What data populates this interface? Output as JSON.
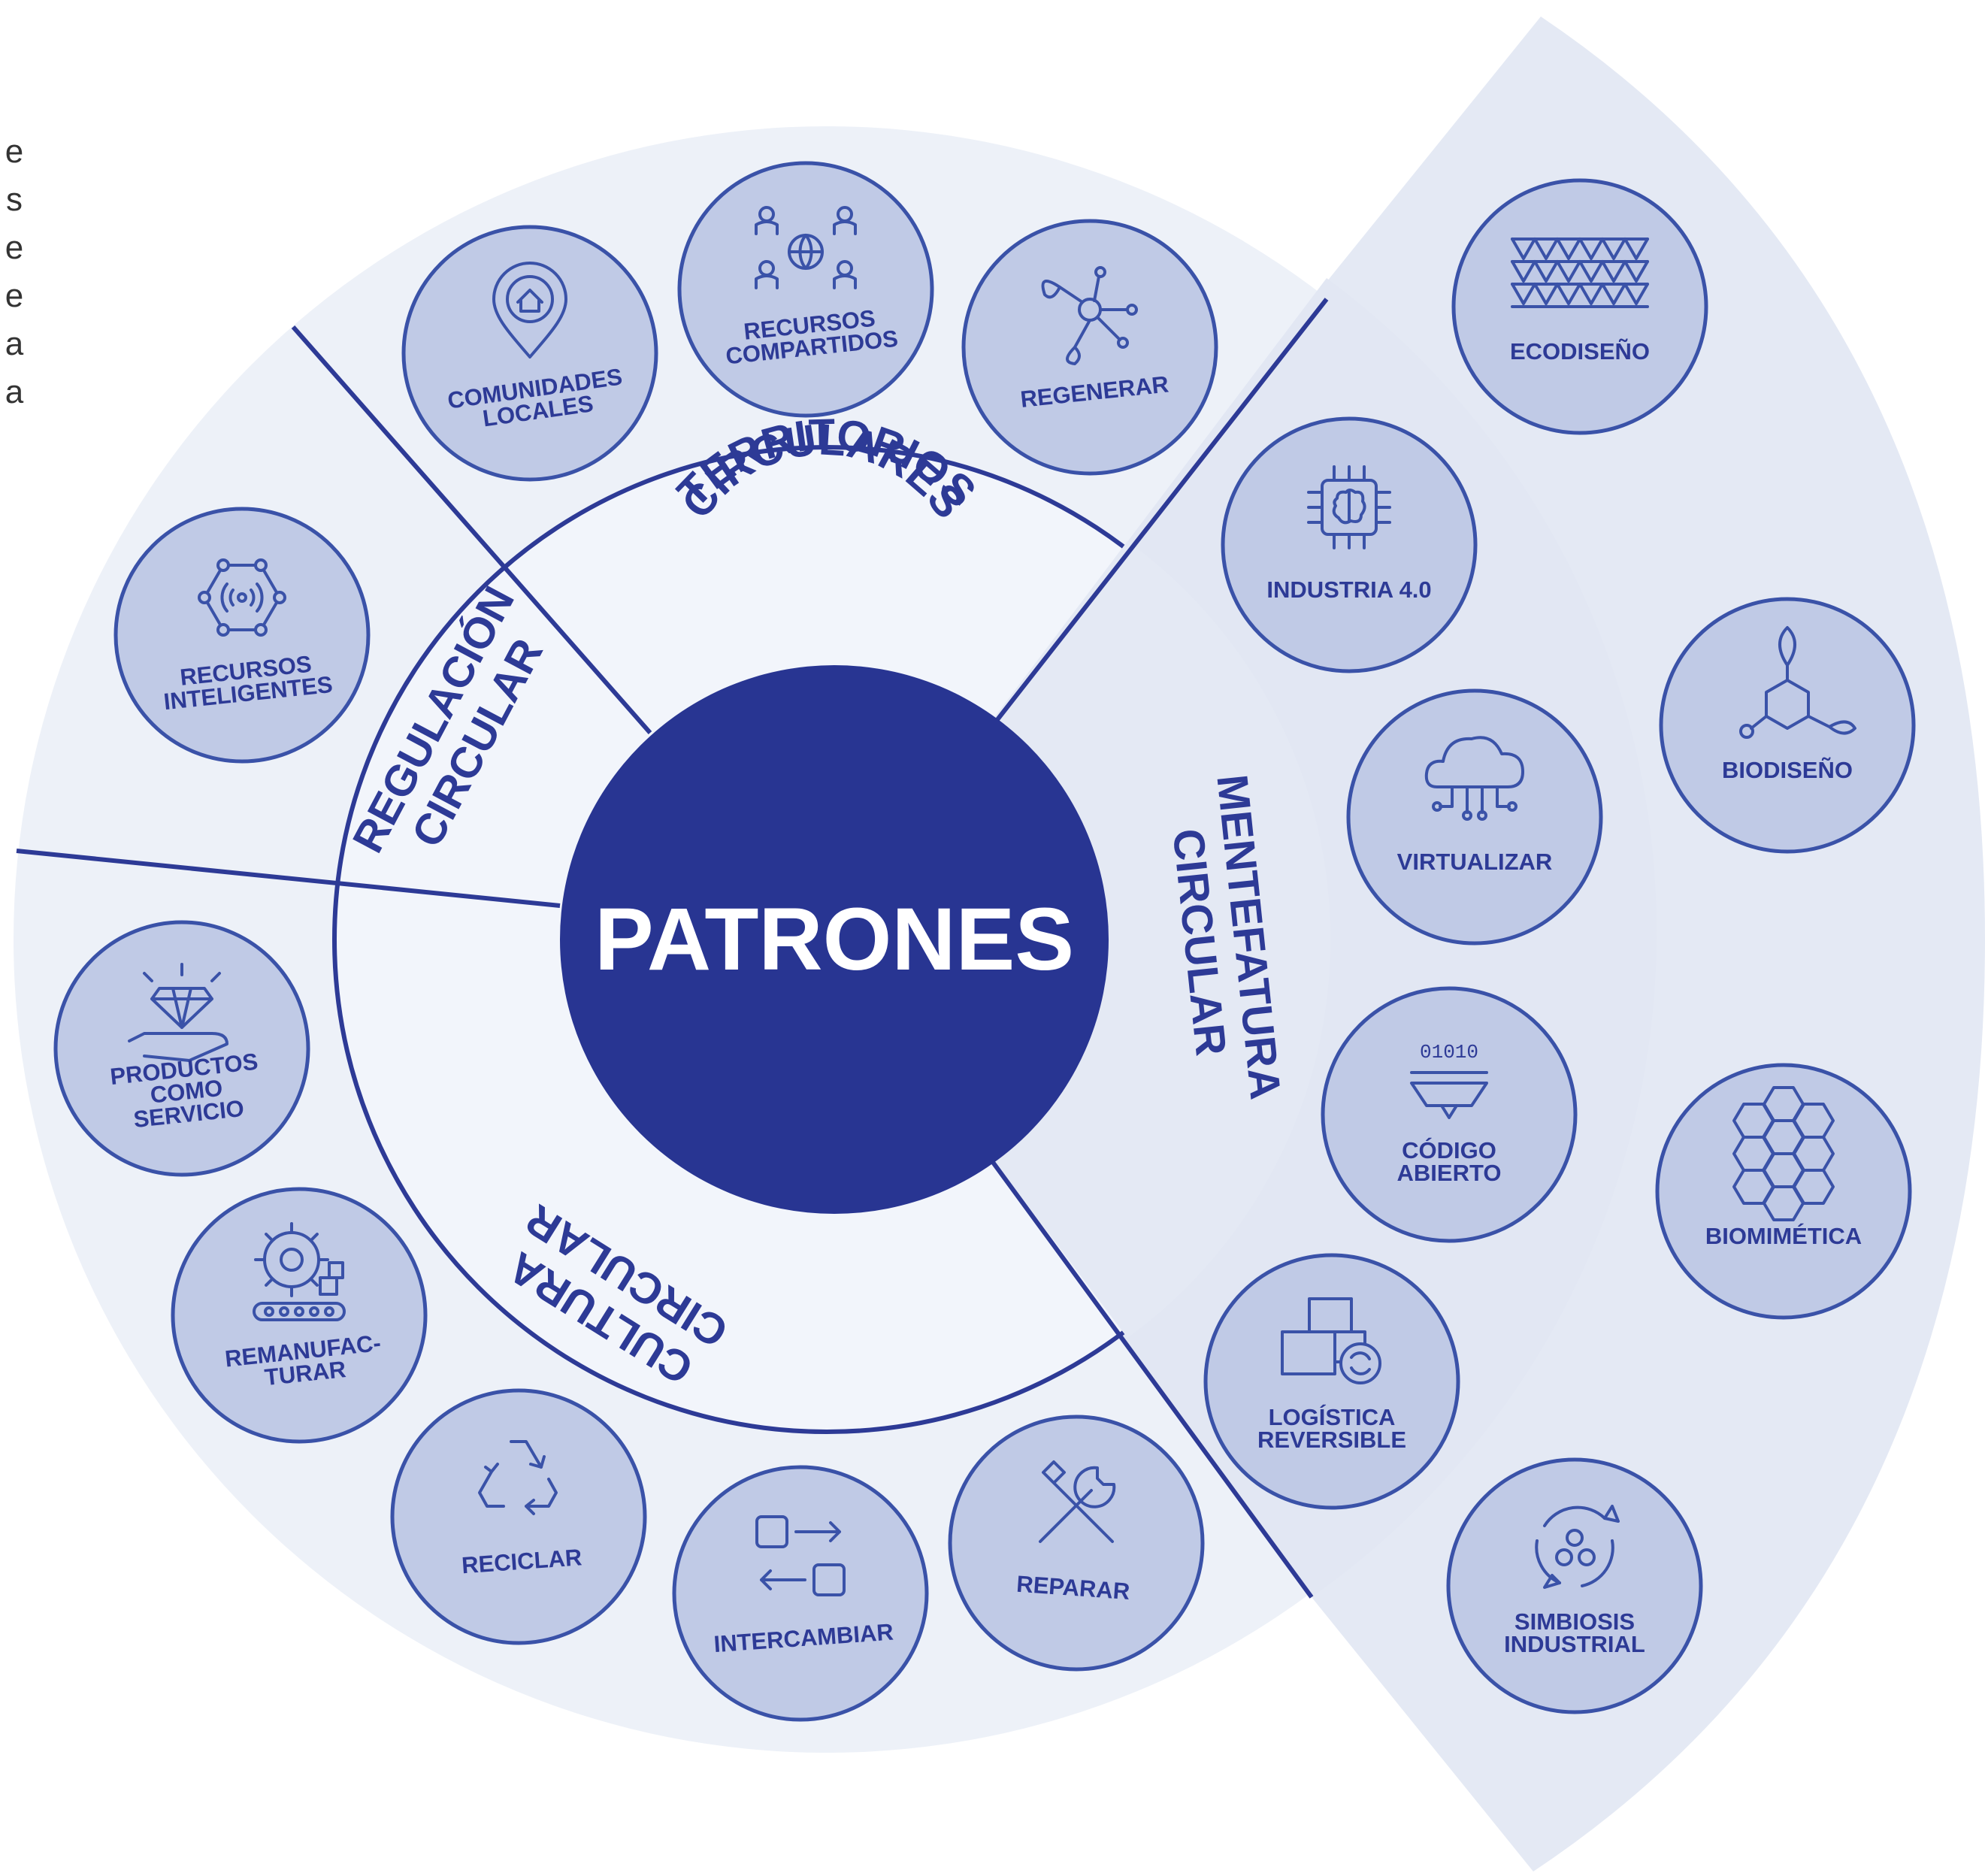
{
  "center": {
    "label": "PATRONES"
  },
  "side_text": [
    "e",
    "s",
    "e",
    "e",
    "a",
    "a"
  ],
  "categories": [
    {
      "id": "territorios",
      "lines": [
        "TERRITORIOS",
        "CIRCULARES"
      ]
    },
    {
      "id": "regulacion",
      "lines": [
        "REGULACIÓN",
        "CIRCULAR"
      ]
    },
    {
      "id": "cultura",
      "lines": [
        "CULTURA",
        "CIRCULAR"
      ]
    },
    {
      "id": "mentefatura",
      "lines": [
        "MENTEFATURA",
        "CIRCULAR"
      ]
    }
  ],
  "patterns": [
    {
      "id": "comunidades-locales",
      "icon": "house-location-pin-icon",
      "lines": [
        "COMUNIDADES",
        "LOCALES"
      ]
    },
    {
      "id": "recursos-compartidos",
      "icon": "people-globe-icon",
      "lines": [
        "RECURSOS",
        "COMPARTIDOS"
      ]
    },
    {
      "id": "regenerar",
      "icon": "plant-network-icon",
      "lines": [
        "REGENERAR"
      ]
    },
    {
      "id": "recursos-inteligentes",
      "icon": "hexagon-signal-icon",
      "lines": [
        "RECURSOS",
        "INTELIGENTES"
      ]
    },
    {
      "id": "productos-como-servicio",
      "icon": "diamond-hand-icon",
      "lines": [
        "PRODUCTOS",
        "COMO",
        "SERVICIO"
      ]
    },
    {
      "id": "remanufacturar",
      "icon": "gear-conveyor-icon",
      "lines": [
        "REMANUFAC-",
        "TURAR"
      ]
    },
    {
      "id": "reciclar",
      "icon": "recycle-icon",
      "lines": [
        "RECICLAR"
      ]
    },
    {
      "id": "intercambiar",
      "icon": "exchange-arrows-icon",
      "lines": [
        "INTERCAMBIAR"
      ]
    },
    {
      "id": "reparar",
      "icon": "wrench-screwdriver-icon",
      "lines": [
        "REPARAR"
      ]
    },
    {
      "id": "industria-4-0",
      "icon": "brain-chip-icon",
      "lines": [
        "INDUSTRIA 4.0"
      ]
    },
    {
      "id": "virtualizar",
      "icon": "cloud-circuit-icon",
      "lines": [
        "VIRTUALIZAR"
      ]
    },
    {
      "id": "codigo-abierto",
      "icon": "binary-funnel-icon",
      "lines": [
        "CÓDIGO",
        "ABIERTO"
      ]
    },
    {
      "id": "logistica-reversible",
      "icon": "boxes-cycle-icon",
      "lines": [
        "LOGÍSTICA",
        "REVERSIBLE"
      ]
    },
    {
      "id": "ecodiseno",
      "icon": "lattice-structure-icon",
      "lines": [
        "ECODISEÑO"
      ]
    },
    {
      "id": "biodiseno",
      "icon": "molecule-leaf-icon",
      "lines": [
        "BIODISEÑO"
      ]
    },
    {
      "id": "biomimetica",
      "icon": "honeycomb-icon",
      "lines": [
        "BIOMIMÉTICA"
      ]
    },
    {
      "id": "simbiosis-industrial",
      "icon": "cycle-nodes-icon",
      "lines": [
        "SIMBIOSIS",
        "INDUSTRIAL"
      ]
    }
  ],
  "colors": {
    "outer_bg": "#edf1f8",
    "wedge_bg": "#e4e9f4",
    "circle_fill": "#c0cae6",
    "circle_stroke": "#3a52a8",
    "line": "#2d3a96",
    "core": "#283592",
    "text": "#2d3a96"
  }
}
